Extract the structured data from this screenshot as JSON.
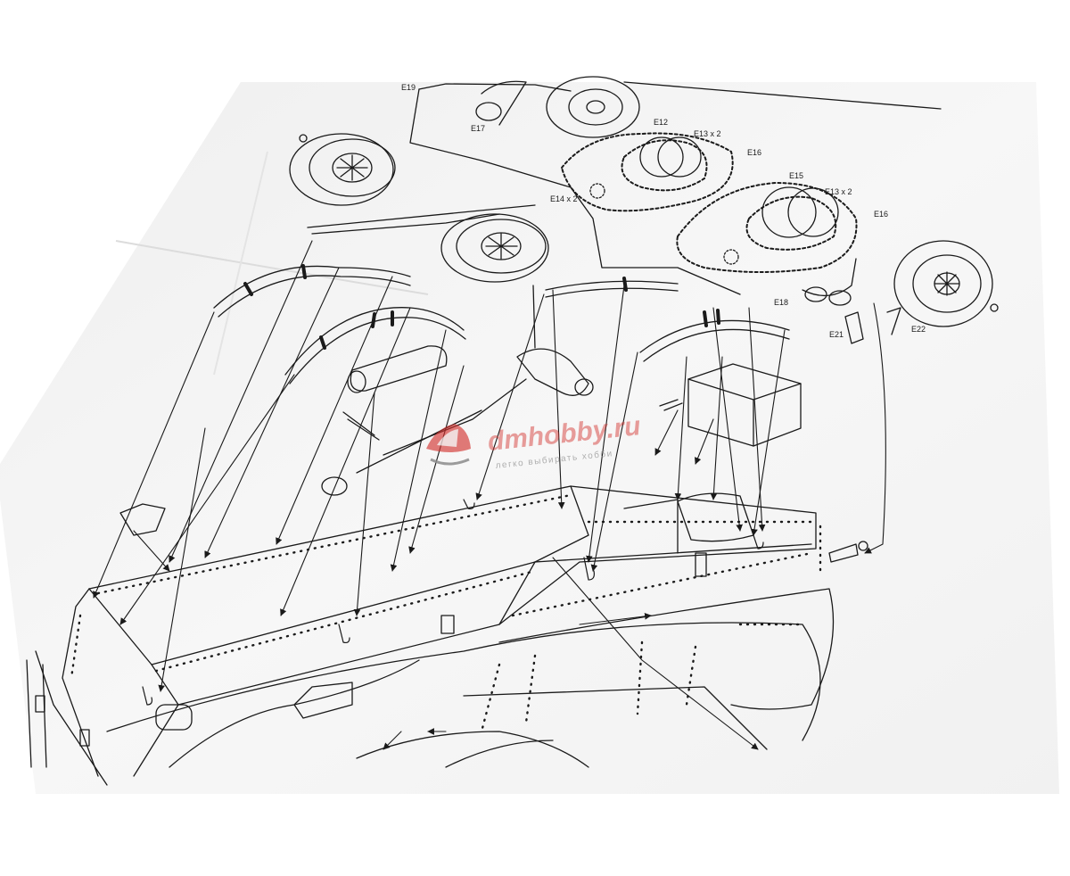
{
  "photo": {
    "subject": "exploded assembly diagram of a vehicle chassis on a sheet of paper",
    "colors": {
      "background": "#ffffff",
      "paper": "#f4f4f4",
      "paper_shadow": "#d6d6d6",
      "ink": "#1a1a1a",
      "watermark_red": "#d2322d",
      "watermark_gray": "#8c8c8c"
    }
  },
  "part_labels": {
    "e19": "E19",
    "e17": "E17",
    "e12": "E12",
    "e13_top": "E13 x 2",
    "e16_top": "E16",
    "e14": "E14 x 2",
    "e15": "E15",
    "e13_right": "E13 x 2",
    "e16_right": "E16",
    "e18": "E18",
    "e21": "E21",
    "e22": "E22"
  },
  "watermark": {
    "brand": "dmhobby.ru",
    "tagline": "легко выбирать хобби"
  }
}
